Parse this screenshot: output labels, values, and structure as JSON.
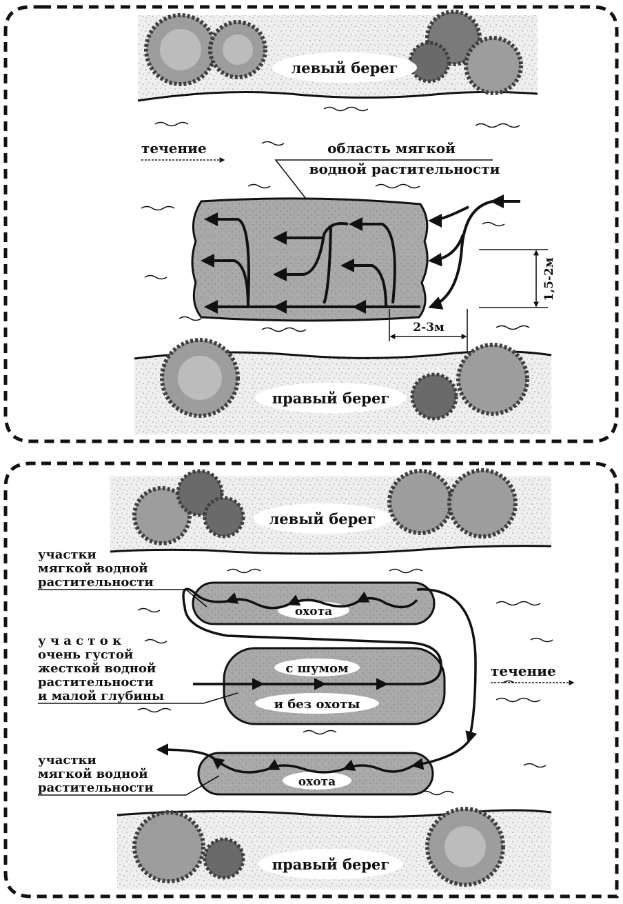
{
  "colors": {
    "ink": "#111111",
    "bank": "#efefef",
    "bank_speckle": "#8a8a8a",
    "bush_dark": "#3f3f3f",
    "bush_mid": "#9d9d9d",
    "weed": "#a9a9a9",
    "weed_dark": "#8e8e8e",
    "label_bg": "#ffffff"
  },
  "top_panel": {
    "left_bank": "левый берег",
    "right_bank": "правый берег",
    "current": "течение",
    "area_line1": "область мягкой",
    "area_line2": "водной растительности",
    "dim_vertical": "1,5-2м",
    "dim_horizontal": "2-3м"
  },
  "bottom_panel": {
    "left_bank": "левый берег",
    "right_bank": "правый берег",
    "current": "течение",
    "soft_top_line1": "участки",
    "soft_top_line2": "мягкой водной",
    "soft_top_line3": "растительности",
    "dense_line1": "у ч а с т о к",
    "dense_line2": "очень густой",
    "dense_line3": "жесткой водной",
    "dense_line4": "растительности",
    "dense_line5": "и малой глубины",
    "soft_bottom_line1": "участки",
    "soft_bottom_line2": "мягкой водной",
    "soft_bottom_line3": "растительности",
    "hunt_top": "охота",
    "noise": "с шумом",
    "no_hunt": "и без охоты",
    "hunt_bottom": "охота"
  }
}
